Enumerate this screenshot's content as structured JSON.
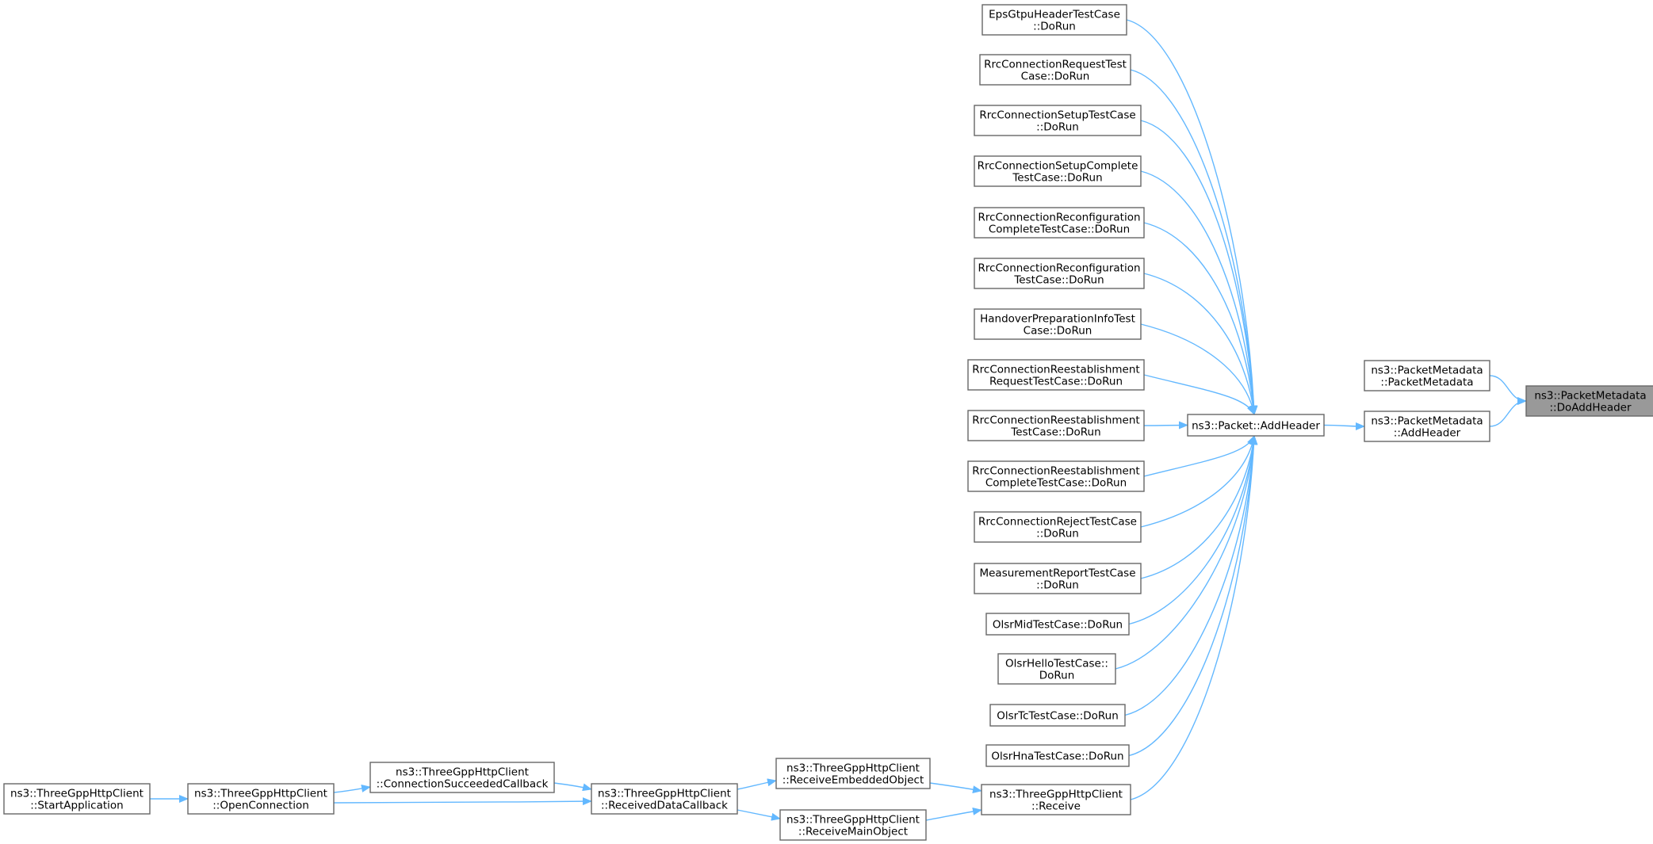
{
  "colors": {
    "edge": "#63b8ff",
    "node_border": "#666666",
    "highlight_fill": "#999999",
    "background": "#ffffff"
  },
  "nodes": [
    {
      "id": "n-doaddheader",
      "lines": [
        "ns3::PacketMetadata",
        "::DoAddHeader"
      ],
      "highlight": true
    },
    {
      "id": "n-pm-pm",
      "lines": [
        "ns3::PacketMetadata",
        "::PacketMetadata"
      ]
    },
    {
      "id": "n-pm-addheader",
      "lines": [
        "ns3::PacketMetadata",
        "::AddHeader"
      ]
    },
    {
      "id": "n-packet-addheader",
      "lines": [
        "ns3::Packet::AddHeader"
      ]
    },
    {
      "id": "n-epsgtpu",
      "lines": [
        "EpsGtpuHeaderTestCase",
        "::DoRun"
      ]
    },
    {
      "id": "n-rrc-request",
      "lines": [
        "RrcConnectionRequestTest",
        "Case::DoRun"
      ]
    },
    {
      "id": "n-rrc-setup",
      "lines": [
        "RrcConnectionSetupTestCase",
        "::DoRun"
      ]
    },
    {
      "id": "n-rrc-setup-complete",
      "lines": [
        "RrcConnectionSetupComplete",
        "TestCase::DoRun"
      ]
    },
    {
      "id": "n-rrc-reconf-complete",
      "lines": [
        "RrcConnectionReconfiguration",
        "CompleteTestCase::DoRun"
      ]
    },
    {
      "id": "n-rrc-reconf",
      "lines": [
        "RrcConnectionReconfiguration",
        "TestCase::DoRun"
      ]
    },
    {
      "id": "n-handover",
      "lines": [
        "HandoverPreparationInfoTest",
        "Case::DoRun"
      ]
    },
    {
      "id": "n-rrc-reest-request",
      "lines": [
        "RrcConnectionReestablishment",
        "RequestTestCase::DoRun"
      ]
    },
    {
      "id": "n-rrc-reest",
      "lines": [
        "RrcConnectionReestablishment",
        "TestCase::DoRun"
      ]
    },
    {
      "id": "n-rrc-reest-complete",
      "lines": [
        "RrcConnectionReestablishment",
        "CompleteTestCase::DoRun"
      ]
    },
    {
      "id": "n-rrc-reject",
      "lines": [
        "RrcConnectionRejectTestCase",
        "::DoRun"
      ]
    },
    {
      "id": "n-measurement",
      "lines": [
        "MeasurementReportTestCase",
        "::DoRun"
      ]
    },
    {
      "id": "n-olsr-mid",
      "lines": [
        "OlsrMidTestCase::DoRun"
      ]
    },
    {
      "id": "n-olsr-hello",
      "lines": [
        "OlsrHelloTestCase::",
        "DoRun"
      ]
    },
    {
      "id": "n-olsr-tc",
      "lines": [
        "OlsrTcTestCase::DoRun"
      ]
    },
    {
      "id": "n-olsr-hna",
      "lines": [
        "OlsrHnaTestCase::DoRun"
      ]
    },
    {
      "id": "n-receive",
      "lines": [
        "ns3::ThreeGppHttpClient",
        "::Receive"
      ]
    },
    {
      "id": "n-recv-embedded",
      "lines": [
        "ns3::ThreeGppHttpClient",
        "::ReceiveEmbeddedObject"
      ]
    },
    {
      "id": "n-recv-main",
      "lines": [
        "ns3::ThreeGppHttpClient",
        "::ReceiveMainObject"
      ]
    },
    {
      "id": "n-recv-data-cb",
      "lines": [
        "ns3::ThreeGppHttpClient",
        "::ReceivedDataCallback"
      ]
    },
    {
      "id": "n-conn-succeeded",
      "lines": [
        "ns3::ThreeGppHttpClient",
        "::ConnectionSucceededCallback"
      ]
    },
    {
      "id": "n-open-connection",
      "lines": [
        "ns3::ThreeGppHttpClient",
        "::OpenConnection"
      ]
    },
    {
      "id": "n-start-app",
      "lines": [
        "ns3::ThreeGppHttpClient",
        "::StartApplication"
      ]
    }
  ],
  "edges": [
    {
      "from": "n-pm-pm",
      "to": "n-doaddheader"
    },
    {
      "from": "n-pm-addheader",
      "to": "n-doaddheader"
    },
    {
      "from": "n-packet-addheader",
      "to": "n-pm-addheader"
    },
    {
      "from": "n-epsgtpu",
      "to": "n-packet-addheader"
    },
    {
      "from": "n-rrc-request",
      "to": "n-packet-addheader"
    },
    {
      "from": "n-rrc-setup",
      "to": "n-packet-addheader"
    },
    {
      "from": "n-rrc-setup-complete",
      "to": "n-packet-addheader"
    },
    {
      "from": "n-rrc-reconf-complete",
      "to": "n-packet-addheader"
    },
    {
      "from": "n-rrc-reconf",
      "to": "n-packet-addheader"
    },
    {
      "from": "n-handover",
      "to": "n-packet-addheader"
    },
    {
      "from": "n-rrc-reest-request",
      "to": "n-packet-addheader"
    },
    {
      "from": "n-rrc-reest",
      "to": "n-packet-addheader"
    },
    {
      "from": "n-rrc-reest-complete",
      "to": "n-packet-addheader"
    },
    {
      "from": "n-rrc-reject",
      "to": "n-packet-addheader"
    },
    {
      "from": "n-measurement",
      "to": "n-packet-addheader"
    },
    {
      "from": "n-olsr-mid",
      "to": "n-packet-addheader"
    },
    {
      "from": "n-olsr-hello",
      "to": "n-packet-addheader"
    },
    {
      "from": "n-olsr-tc",
      "to": "n-packet-addheader"
    },
    {
      "from": "n-olsr-hna",
      "to": "n-packet-addheader"
    },
    {
      "from": "n-receive",
      "to": "n-packet-addheader"
    },
    {
      "from": "n-recv-embedded",
      "to": "n-receive"
    },
    {
      "from": "n-recv-main",
      "to": "n-receive"
    },
    {
      "from": "n-recv-data-cb",
      "to": "n-recv-embedded"
    },
    {
      "from": "n-recv-data-cb",
      "to": "n-recv-main"
    },
    {
      "from": "n-conn-succeeded",
      "to": "n-recv-data-cb"
    },
    {
      "from": "n-open-connection",
      "to": "n-recv-data-cb"
    },
    {
      "from": "n-open-connection",
      "to": "n-conn-succeeded"
    },
    {
      "from": "n-start-app",
      "to": "n-open-connection"
    }
  ]
}
